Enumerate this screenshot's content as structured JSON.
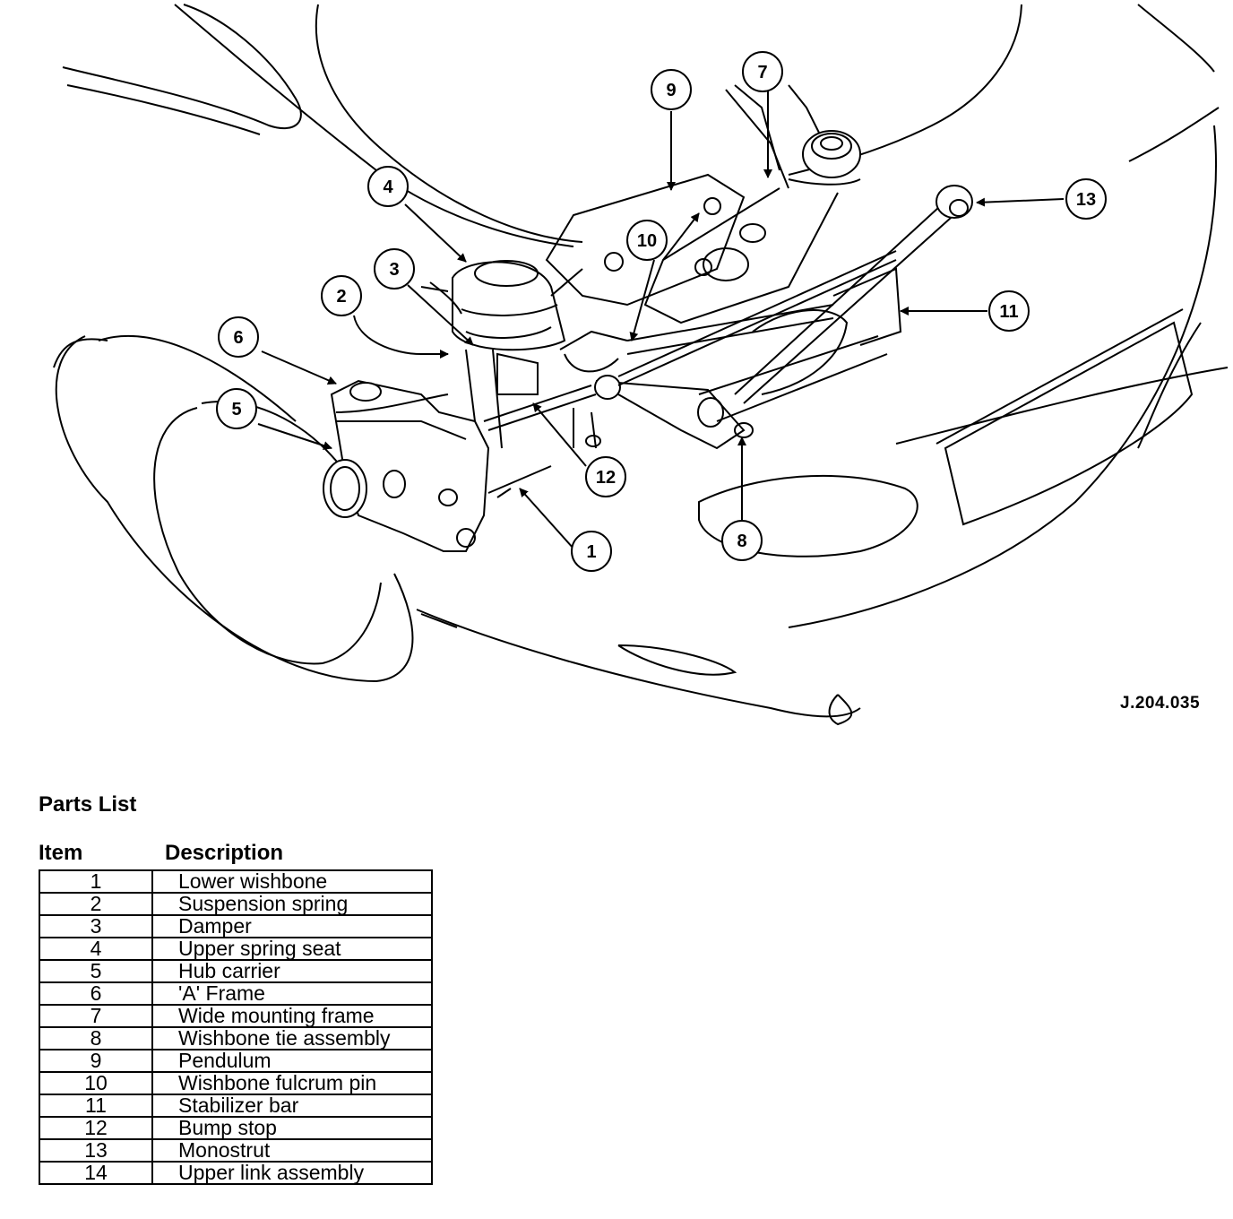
{
  "callouts": [
    "1",
    "2",
    "3",
    "4",
    "5",
    "6",
    "7",
    "8",
    "9",
    "10",
    "11",
    "12",
    "13"
  ],
  "reference": "J.204.035",
  "parts_list": {
    "title": "Parts List",
    "headers": {
      "item": "Item",
      "description": "Description"
    },
    "rows": [
      {
        "item": "1",
        "description": "Lower wishbone"
      },
      {
        "item": "2",
        "description": "Suspension spring"
      },
      {
        "item": "3",
        "description": "Damper"
      },
      {
        "item": "4",
        "description": "Upper spring seat"
      },
      {
        "item": "5",
        "description": "Hub carrier"
      },
      {
        "item": "6",
        "description": "'A' Frame"
      },
      {
        "item": "7",
        "description": "Wide mounting frame"
      },
      {
        "item": "8",
        "description": "Wishbone tie assembly"
      },
      {
        "item": "9",
        "description": "Pendulum"
      },
      {
        "item": "10",
        "description": "Wishbone fulcrum pin"
      },
      {
        "item": "11",
        "description": "Stabilizer bar"
      },
      {
        "item": "12",
        "description": "Bump stop"
      },
      {
        "item": "13",
        "description": "Monostrut"
      },
      {
        "item": "14",
        "description": "Upper link assembly"
      }
    ]
  }
}
